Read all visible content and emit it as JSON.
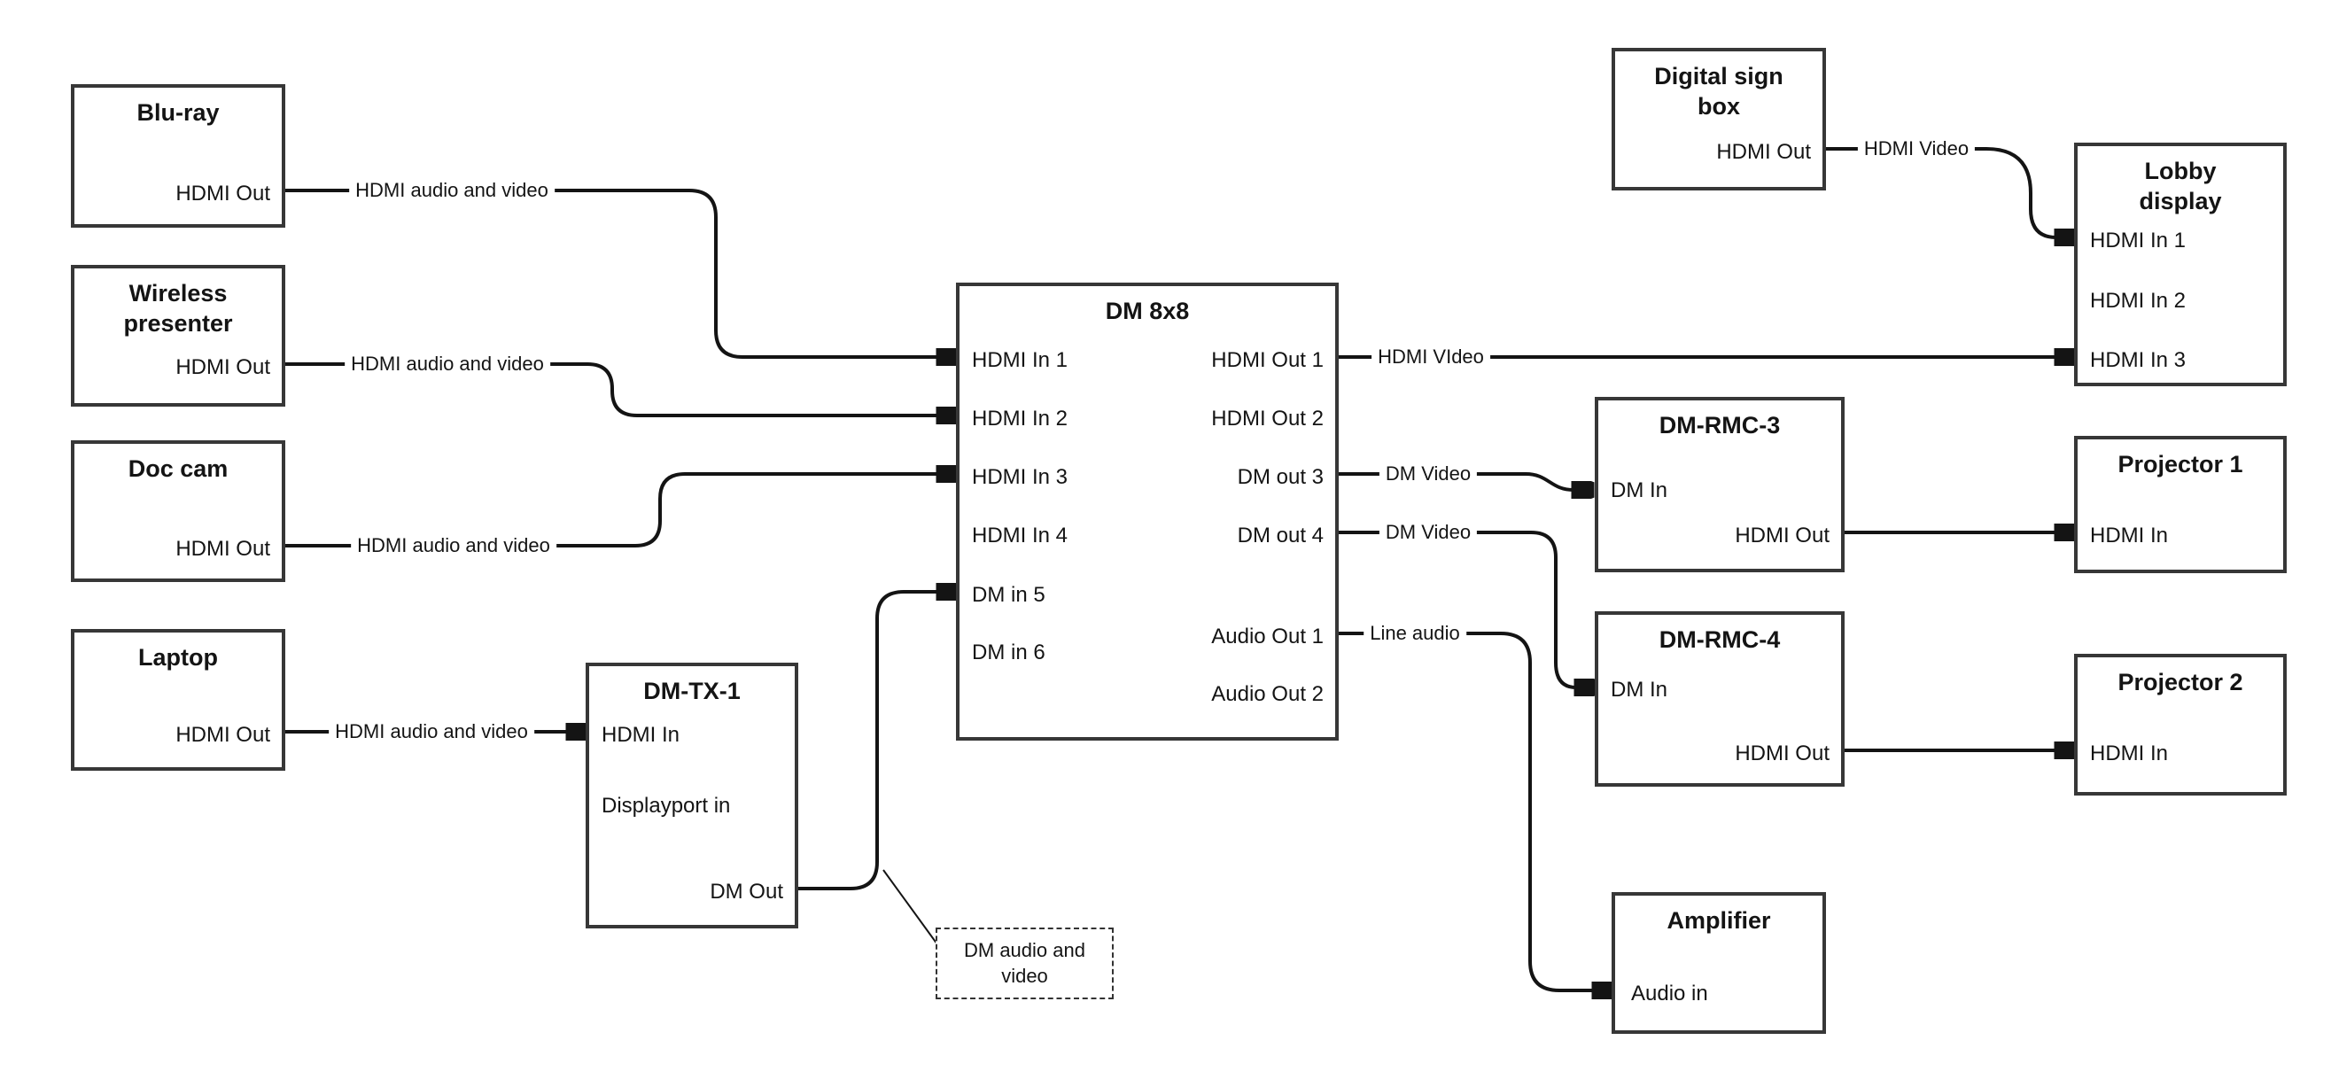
{
  "diagram": {
    "colors": {
      "line": "#141414",
      "box_border": "#373737",
      "background": "#ffffff"
    },
    "nodes": {
      "bluray": {
        "title": "Blu-ray",
        "ports": [
          "HDMI Out"
        ]
      },
      "wireless_presenter": {
        "title": "Wireless presenter",
        "ports": [
          "HDMI Out"
        ]
      },
      "doc_cam": {
        "title": "Doc cam",
        "ports": [
          "HDMI Out"
        ]
      },
      "laptop": {
        "title": "Laptop",
        "ports": [
          "HDMI Out"
        ]
      },
      "dm_tx_1": {
        "title": "DM-TX-1",
        "ports": [
          "HDMI In",
          "Displayport in",
          "DM Out"
        ]
      },
      "dm_8x8": {
        "title": "DM 8x8",
        "inputs": [
          "HDMI In 1",
          "HDMI In 2",
          "HDMI In 3",
          "HDMI In 4",
          "DM in 5",
          "DM in 6"
        ],
        "outputs": [
          "HDMI Out 1",
          "HDMI Out 2",
          "DM out 3",
          "DM out 4",
          "Audio Out 1",
          "Audio Out 2"
        ]
      },
      "digital_sign_box": {
        "title": "Digital sign box",
        "ports": [
          "HDMI Out"
        ]
      },
      "lobby_display": {
        "title": "Lobby display",
        "ports": [
          "HDMI In 1",
          "HDMI In 2",
          "HDMI In 3"
        ]
      },
      "dm_rmc_3": {
        "title": "DM-RMC-3",
        "ports": [
          "DM In",
          "HDMI Out"
        ]
      },
      "projector_1": {
        "title": "Projector 1",
        "ports": [
          "HDMI In"
        ]
      },
      "dm_rmc_4": {
        "title": "DM-RMC-4",
        "ports": [
          "DM In",
          "HDMI Out"
        ]
      },
      "projector_2": {
        "title": "Projector 2",
        "ports": [
          "HDMI In"
        ]
      },
      "amplifier": {
        "title": "Amplifier",
        "ports": [
          "Audio in"
        ]
      }
    },
    "connections": [
      {
        "from": "Blu-ray HDMI Out",
        "to": "DM 8x8 HDMI In 1",
        "label": "HDMI audio and video"
      },
      {
        "from": "Wireless presenter HDMI Out",
        "to": "DM 8x8 HDMI In 2",
        "label": "HDMI audio and video"
      },
      {
        "from": "Doc cam HDMI Out",
        "to": "DM 8x8 HDMI In 3",
        "label": "HDMI audio and video"
      },
      {
        "from": "Laptop HDMI Out",
        "to": "DM-TX-1 HDMI In",
        "label": "HDMI audio and video"
      },
      {
        "from": "DM-TX-1 DM Out",
        "to": "DM 8x8 DM in 5",
        "label": ""
      },
      {
        "from": "DM 8x8 HDMI Out 1",
        "to": "Lobby display HDMI In 3",
        "label": "HDMI VIdeo"
      },
      {
        "from": "DM 8x8 DM out 3",
        "to": "DM-RMC-3 DM In",
        "label": "DM Video"
      },
      {
        "from": "DM 8x8 DM out 4",
        "to": "DM-RMC-4 DM In",
        "label": "DM Video"
      },
      {
        "from": "DM 8x8 Audio Out 1",
        "to": "Amplifier Audio in",
        "label": "Line audio"
      },
      {
        "from": "Digital sign box HDMI Out",
        "to": "Lobby display HDMI In 1",
        "label": "HDMI Video"
      },
      {
        "from": "DM-RMC-3 HDMI Out",
        "to": "Projector 1 HDMI In",
        "label": ""
      },
      {
        "from": "DM-RMC-4 HDMI Out",
        "to": "Projector 2 HDMI In",
        "label": ""
      }
    ],
    "callout": {
      "text": "DM audio and video"
    }
  }
}
